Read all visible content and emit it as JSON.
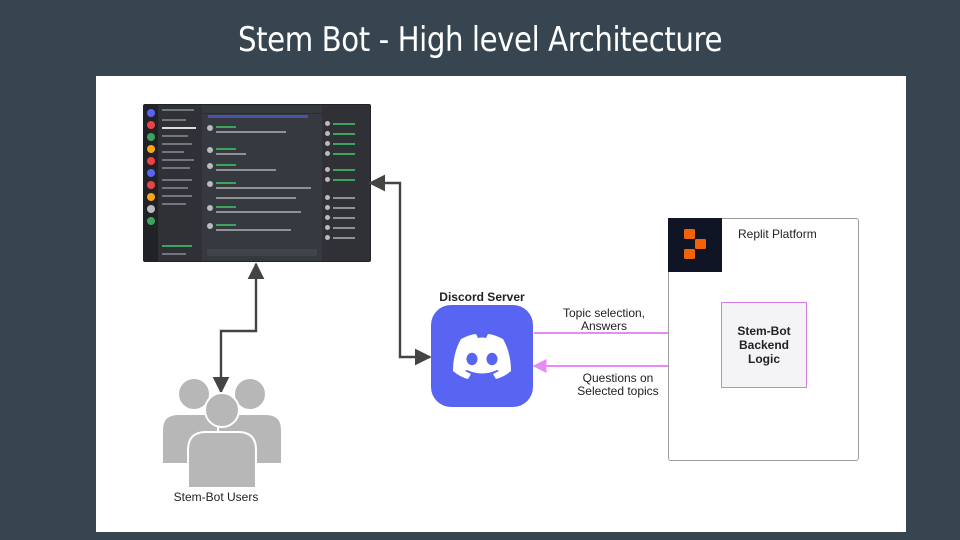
{
  "title": "Stem Bot - High level Architecture",
  "nodes": {
    "discord_server": {
      "label": "Discord Server",
      "icon": "discord-icon",
      "color": "#5865f2"
    },
    "replit_platform": {
      "label": "Replit Platform",
      "icon": "replit-icon"
    },
    "backend": {
      "label": "Stem-Bot\nBackend\nLogic"
    },
    "users": {
      "label": "Stem-Bot Users",
      "icon": "users-group-icon"
    },
    "discord_client": {
      "icon": "discord-client-screenshot"
    }
  },
  "edges": {
    "to_backend": "Topic selection,\nAnswers",
    "from_backend": "Questions on\nSelected topics"
  },
  "colors": {
    "background": "#36454f",
    "arrow_dark": "#444444",
    "arrow_pink": "#e48cf2",
    "replit_orange": "#f26207"
  }
}
